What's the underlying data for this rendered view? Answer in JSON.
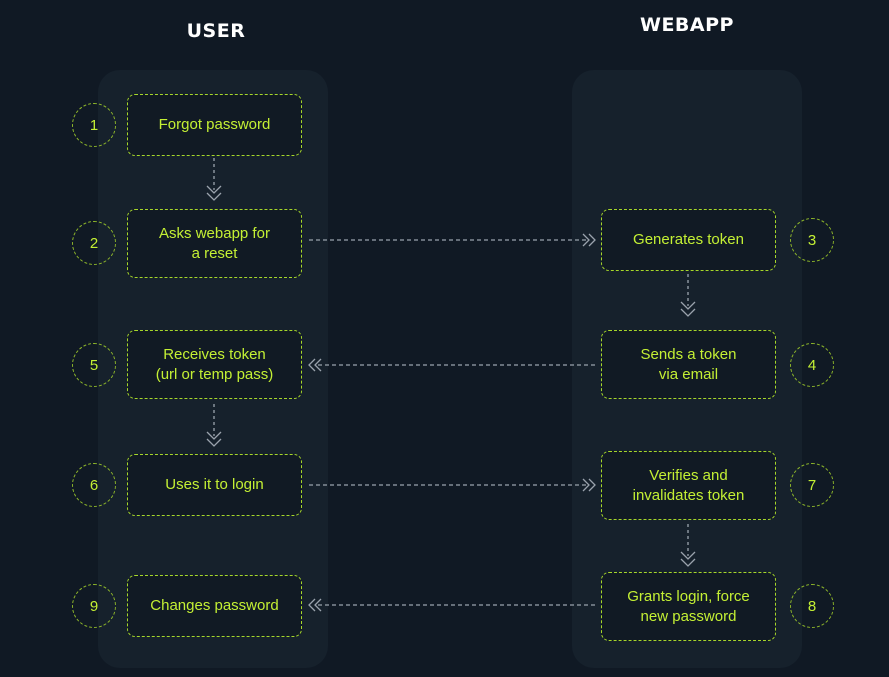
{
  "lanes": {
    "user": "USER",
    "webapp": "WEBAPP"
  },
  "steps": {
    "s1": {
      "num": "1",
      "label": "Forgot password"
    },
    "s2": {
      "num": "2",
      "label": "Asks webapp for\na reset"
    },
    "s3": {
      "num": "3",
      "label": "Generates token"
    },
    "s4": {
      "num": "4",
      "label": "Sends a token\nvia email"
    },
    "s5": {
      "num": "5",
      "label": "Receives token\n(url or temp pass)"
    },
    "s6": {
      "num": "6",
      "label": "Uses it to login"
    },
    "s7": {
      "num": "7",
      "label": "Verifies and\ninvalidates token"
    },
    "s8": {
      "num": "8",
      "label": "Grants login, force\nnew password"
    },
    "s9": {
      "num": "9",
      "label": "Changes password"
    }
  },
  "colors": {
    "background": "#101924",
    "lane": "#16212c",
    "accent": "#c4f034",
    "arrow": "#9aa3ad"
  }
}
